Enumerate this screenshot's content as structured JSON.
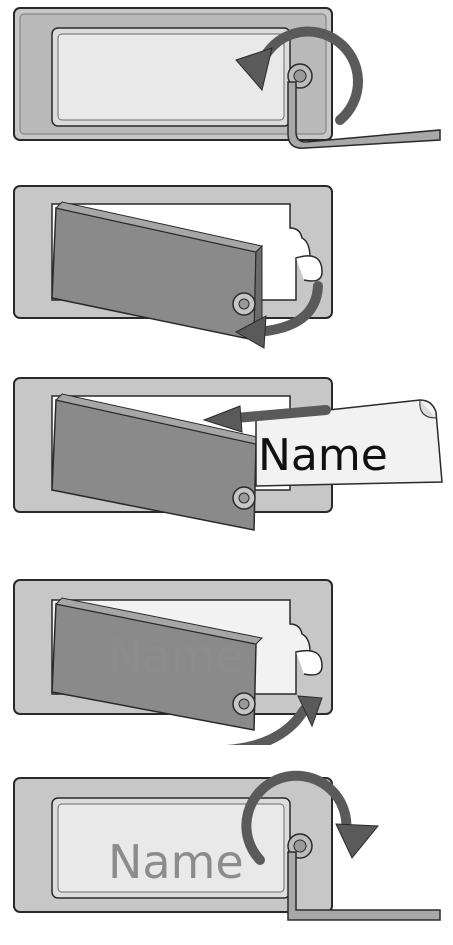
{
  "diagram": {
    "steps": [
      {
        "id": "step-1",
        "action": "unscrew-counterclockwise"
      },
      {
        "id": "step-2",
        "action": "swing-open-cover"
      },
      {
        "id": "step-3",
        "action": "insert-name-card",
        "card_text": "Name"
      },
      {
        "id": "step-4",
        "action": "swing-close-cover",
        "card_text": "Name"
      },
      {
        "id": "step-5",
        "action": "screw-clockwise",
        "card_text": "Name"
      }
    ]
  },
  "colors": {
    "frame": "#bdbdbd",
    "frame_dark": "#8e8e8e",
    "cover": "#8a8a8a",
    "arrow": "#5a5a5a",
    "outline": "#2a2a2a",
    "paper": "#f2f2f2"
  },
  "icons": [
    "rotate-ccw-arrow",
    "rotate-cw-arrow",
    "insert-arrow",
    "torx-screw-icon",
    "hex-key-icon"
  ]
}
